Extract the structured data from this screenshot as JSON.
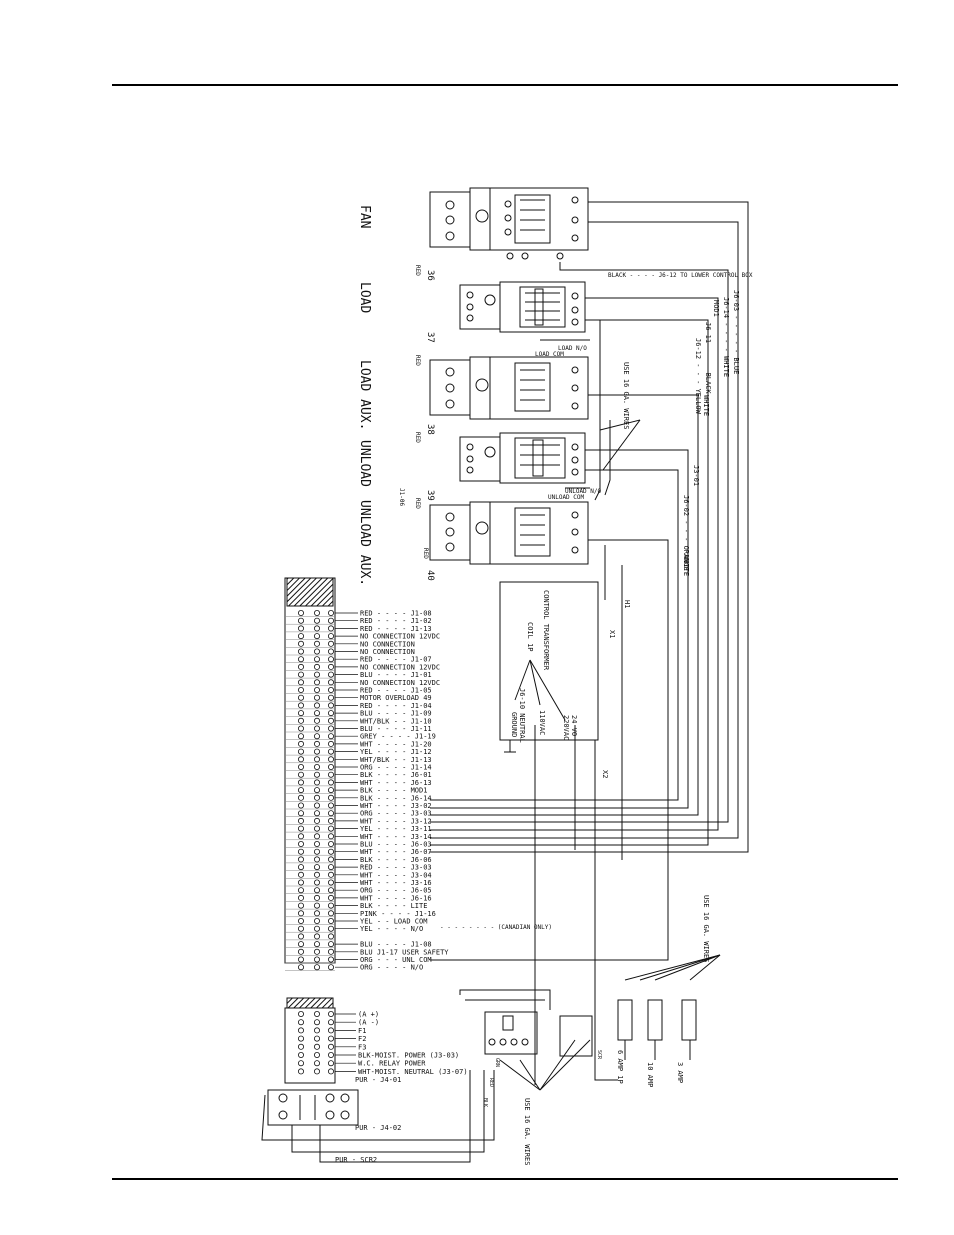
{
  "sections": {
    "fan": "FAN",
    "load": "LOAD",
    "load_aux": "LOAD AUX.",
    "unload": "UNLOAD",
    "unload_aux": "UNLOAD AUX."
  },
  "contactor_numbers": [
    "36",
    "37",
    "38",
    "39",
    "40"
  ],
  "misc_labels": {
    "red": "RED",
    "black_to_lower": "BLACK - - - - J6-12 TO LOWER CONTROL BOX",
    "load_com": "LOAD COM",
    "load_nc": "LOAD N/O",
    "unload_com": "UNLOAD COM",
    "unload_nc": "UNLOAD N/O",
    "use_16ga_top": "USE 16 GA. WIRES",
    "use_16ga_right": "USE 16 GA. WIRES",
    "use_16ga_bottom": "USE 16 GA. WIRES",
    "j1_06": "J1-06",
    "x1": "X1",
    "h1": "H1",
    "x2": "X2",
    "h1_label": "H1"
  },
  "right_wires": [
    "J6-03 - - - - - BLUE",
    "J6-14 - - - - WHITE",
    "MOD1",
    "J6-11 - - - BLACK",
    "J6-12 - - - YELLOW",
    "WHITE",
    "J3-01",
    "J6-02 - - - ORANGE",
    "WHITE"
  ],
  "transformer": {
    "title": "CONTROL TRANSFORMER",
    "coil": "COIL 1P",
    "lines": [
      "J6-10 NEUTRAL",
      "GROUND",
      "110VAC",
      "24 VO",
      "220VAC"
    ]
  },
  "terminals": [
    "RED - - - - J1-08",
    "RED - - - - J1-02",
    "RED - - - - J1-13",
    "NO CONNECTION 12VDC",
    "NO CONNECTION",
    "NO CONNECTION",
    "RED - - - - J1-07",
    "NO CONNECTION 12VDC",
    "BLU - - - - J1-01",
    "NO CONNECTION 12VDC",
    "RED - - - - J1-05",
    "MOTOR OVERLOAD 49",
    "RED - - - - J1-04",
    "BLU - - - - J1-09",
    "WHT/BLK - - J1-10",
    "BLU - - - - J1-11",
    "GREY - - - - J1-19",
    "WHT - - - - J1-20",
    "YEL - - - - J1-12",
    "WHT/BLK - - J1-13",
    "ORG - - - - J1-14",
    "BLK - - - - J6-01",
    "WHT - - - - J6-13",
    "BLK - - - - MOD1",
    "BLK - - - - J6-14",
    "WHT - - - - J3-02",
    "ORG - - - - J3-03",
    "WHT - - - - J3-12",
    "YEL - - - - J3-11",
    "WHT - - - - J3-14",
    "BLU - - - - J6-03",
    "WHT - - - - J6-07",
    "BLK - - - - J6-06",
    "RED - - - - J3-03",
    "WHT - - - - J3-04",
    "WHT - - - - J3-16",
    "ORG - - - - J6-05",
    "WHT - - - - J6-16",
    "BLK - - - - LITE",
    "PINK - - - - J1-16",
    "YEL - - LOAD COM",
    "YEL - - - - N/O",
    "",
    "BLU - - - - J1-08",
    "BLU J1-17 USER SAFETY",
    "ORG - - - UNL COM",
    "ORG - - - - N/O"
  ],
  "canadian_note": "- - - - - - - - (CANADIAN ONLY)",
  "bottom_terminals": [
    "(A +)",
    "(A -)",
    "F1",
    "F2",
    "F3",
    "BLK-MOIST. POWER (J3-03)",
    "W.C. RELAY POWER",
    "WHT-MOIST. NEUTRAL (J3-07)"
  ],
  "pur_labels": [
    "PUR - J4-01",
    "PUR - J4-02",
    "PUR - SCR2"
  ],
  "fuses": [
    "6 AMP 1P",
    "10 AMP",
    "3 AMP"
  ],
  "scr_labels": [
    "SCR",
    "GRN",
    "RED",
    "BLK"
  ]
}
